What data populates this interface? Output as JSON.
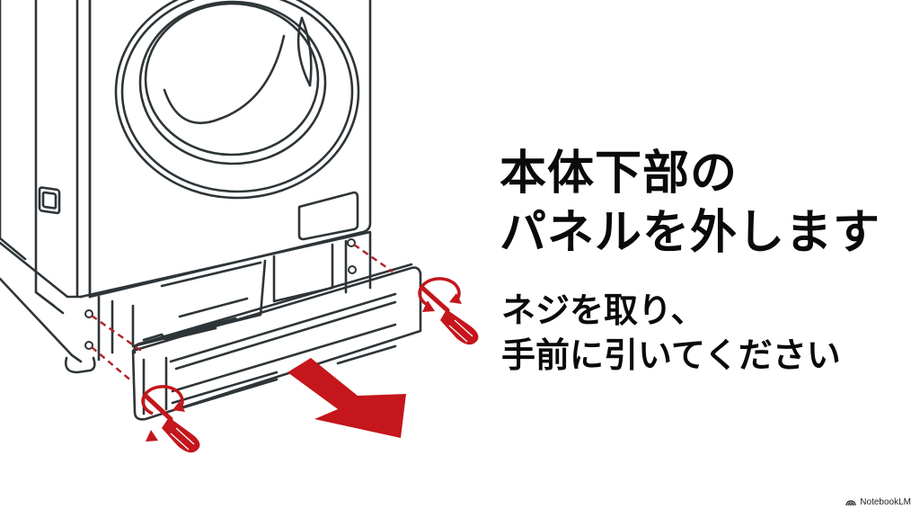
{
  "slide": {
    "title_lines": [
      "本体下部の",
      "パネルを外します"
    ],
    "instruction_lines": [
      "ネジを取り、",
      "手前に引いてください"
    ]
  },
  "illustration": {
    "subject": "washing machine lower front panel removal",
    "icons": [
      "washing-machine",
      "screwdriver",
      "rotation-arrow",
      "pull-arrow",
      "screw"
    ],
    "colors": {
      "line": "#2e3538",
      "accent": "#c4161c",
      "background": "#ffffff"
    }
  },
  "branding": {
    "label": "NotebookLM",
    "icon": "notebooklm-logo-icon"
  }
}
